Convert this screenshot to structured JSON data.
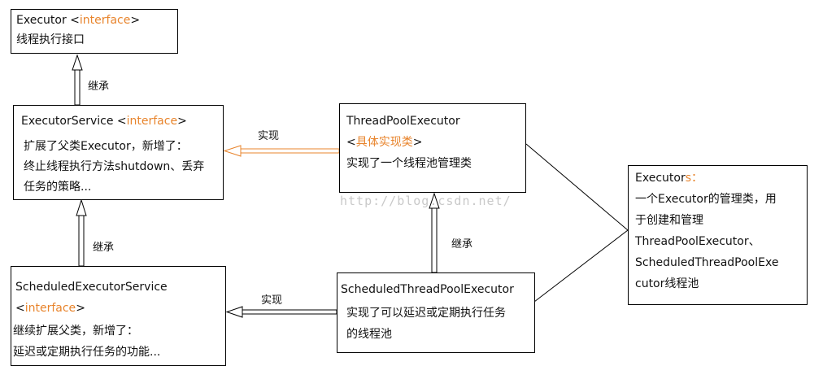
{
  "nodes": {
    "executor": {
      "name": "Executor ",
      "lt": "<",
      "tag": "interface",
      "gt": ">",
      "desc": "线程执行接口"
    },
    "executor_service": {
      "name": "ExecutorService  ",
      "lt": "<",
      "tag": "interface",
      "gt": ">",
      "desc1": "扩展了父类Executor，新增了：",
      "desc2": "终止线程执行方法shutdown、丢弃",
      "desc3": "任务的策略..."
    },
    "scheduled_executor_service": {
      "name": "ScheduledExecutorService",
      "lt": "<",
      "tag": "interface",
      "gt": ">",
      "desc1": "继续扩展父类，新增了：",
      "desc2": "延迟或定期执行任务的功能..."
    },
    "thread_pool_executor": {
      "name": "ThreadPoolExecutor",
      "lt": "<",
      "tag": "具体实现类",
      "gt": ">",
      "desc": "实现了一个线程池管理类"
    },
    "scheduled_thread_pool_executor": {
      "name": "ScheduledThreadPoolExecutor",
      "desc1": "实现了可以延迟或定期执行任务",
      "desc2": "的线程池"
    },
    "executors": {
      "name_a": "Executor",
      "name_b": "s：",
      "desc1": "一个Executor的管理类，用",
      "desc2": "于创建和管理",
      "desc3": "ThreadPoolExecutor、",
      "desc4": "ScheduledThreadPoolExe",
      "desc5": "cutor线程池"
    }
  },
  "edges": {
    "inherit_1": "继承",
    "inherit_2": "继承",
    "inherit_3": "继承",
    "implement_1": "实现",
    "implement_2": "实现"
  },
  "watermark": "http://blog.csdn.net/",
  "colors": {
    "accent": "#e8842c",
    "line": "#000000"
  }
}
